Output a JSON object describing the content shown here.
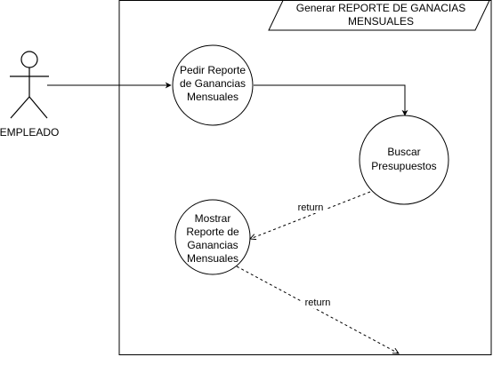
{
  "diagram": {
    "frame_title": [
      "Generar REPORTE DE GANACIAS",
      "MENSUALES"
    ],
    "actor": {
      "label": "EMPLEADO"
    },
    "nodes": [
      {
        "id": "pedir",
        "lines": [
          "Pedir Reporte",
          "de Ganancias",
          "Mensuales"
        ]
      },
      {
        "id": "buscar",
        "lines": [
          "Buscar",
          "Presupuestos"
        ]
      },
      {
        "id": "mostrar",
        "lines": [
          "Mostrar",
          "Reporte de",
          "Ganancias",
          "Mensuales"
        ]
      }
    ],
    "edges": [
      {
        "id": "actor-to-pedir",
        "label": "",
        "style": "solid"
      },
      {
        "id": "pedir-to-buscar",
        "label": "",
        "style": "solid"
      },
      {
        "id": "buscar-to-mostrar",
        "label": "return",
        "style": "dashed"
      },
      {
        "id": "mostrar-to-out",
        "label": "return",
        "style": "dashed"
      }
    ]
  }
}
